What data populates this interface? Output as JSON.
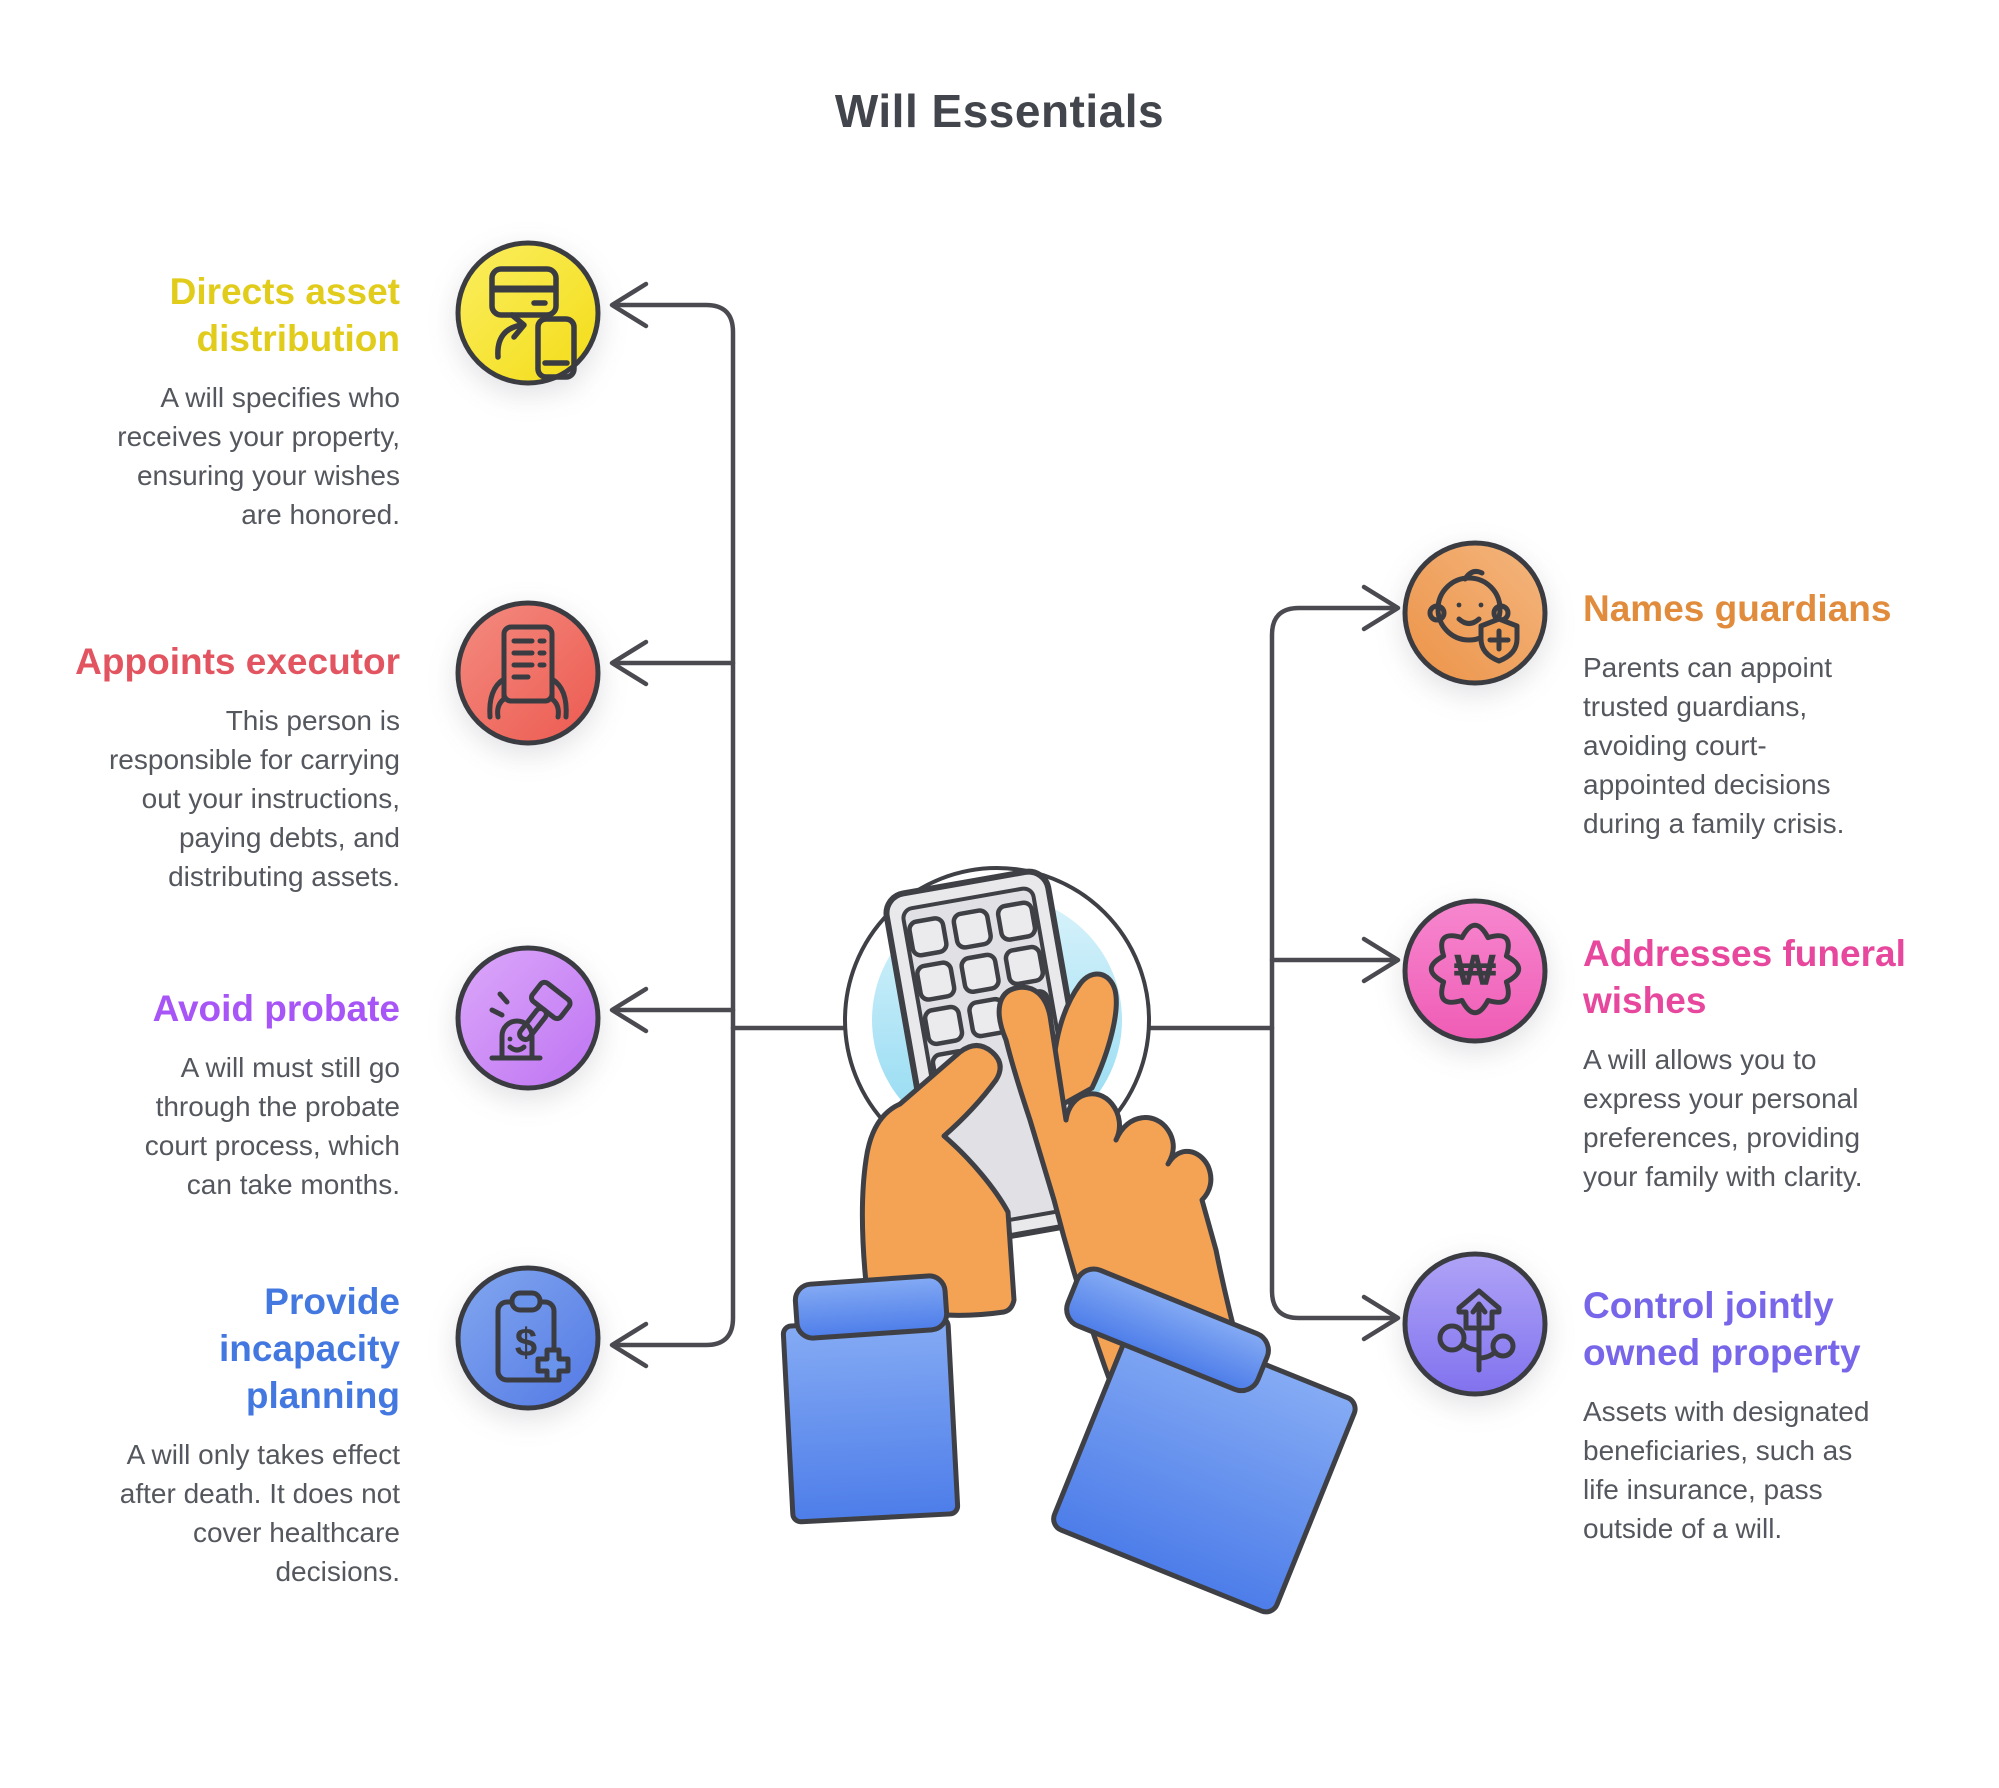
{
  "title": "Will Essentials",
  "styles": {
    "title_color": "#42454B",
    "body_color": "#54575D",
    "line_color": "#4A4A50",
    "icon_stroke": "#3A3C42",
    "background": "#FFFFFF"
  },
  "left_items": [
    {
      "heading": "Directs asset\ndistribution",
      "heading_color": "#E2CC1B",
      "body": "A will specifies who\nreceives your property,\nensuring your wishes\nare honored.",
      "icon": "asset-transfer-icon",
      "icon_gradient": [
        "#FBEE60",
        "#F3DC16"
      ]
    },
    {
      "heading": "Appoints executor",
      "heading_color": "#E25460",
      "body": "This person is\nresponsible for carrying\nout your instructions,\npaying debts, and\ndistributing assets.",
      "icon": "executor-document-icon",
      "icon_gradient": [
        "#F48B80",
        "#EC5A50"
      ]
    },
    {
      "heading": "Avoid probate",
      "heading_color": "#A855F7",
      "body": "A will must still go\nthrough the probate\ncourt process, which\ncan take months.",
      "icon": "probate-gavel-icon",
      "icon_gradient": [
        "#DCA8FA",
        "#BE73F2"
      ]
    },
    {
      "heading": "Provide\nincapacity\nplanning",
      "heading_color": "#4478E1",
      "body": "A will only takes effect\nafter death. It does not\ncover healthcare\ndecisions.",
      "icon": "incapacity-clipboard-icon",
      "icon_glyph": "$",
      "icon_gradient": [
        "#82A7EF",
        "#5379E5"
      ]
    }
  ],
  "right_items": [
    {
      "heading": "Names guardians",
      "heading_color": "#E08C3C",
      "body": "Parents can appoint\ntrusted guardians,\navoiding court-\nappointed decisions\nduring a family crisis.",
      "icon": "guardian-baby-icon",
      "icon_gradient": [
        "#F4B67E",
        "#EC9348"
      ]
    },
    {
      "heading": "Addresses funeral\nwishes",
      "heading_color": "#E7479D",
      "body": "A will allows you to\nexpress your personal\npreferences, providing\nyour family with clarity.",
      "icon": "funeral-wishes-icon",
      "icon_glyph": "₩",
      "icon_gradient": [
        "#F787CF",
        "#EF5CB5"
      ]
    },
    {
      "heading": "Control jointly\nowned property",
      "heading_color": "#7766EA",
      "body": "Assets with designated\nbeneficiaries, such as\nlife insurance, pass\noutside of a will.",
      "icon": "joint-property-icon",
      "icon_gradient": [
        "#AFA3F7",
        "#8172EE"
      ]
    }
  ],
  "center_illustration": {
    "name": "hands-using-calculator-phone",
    "halo_colors": [
      "#D9F3FB",
      "#8FD9F2"
    ],
    "hand_color": "#F4A254",
    "sleeve_colors": [
      "#85ABF4",
      "#4D7DE9"
    ],
    "phone_body_color": "#E9E9EC",
    "phone_panel_color": "#E1E1E5"
  }
}
